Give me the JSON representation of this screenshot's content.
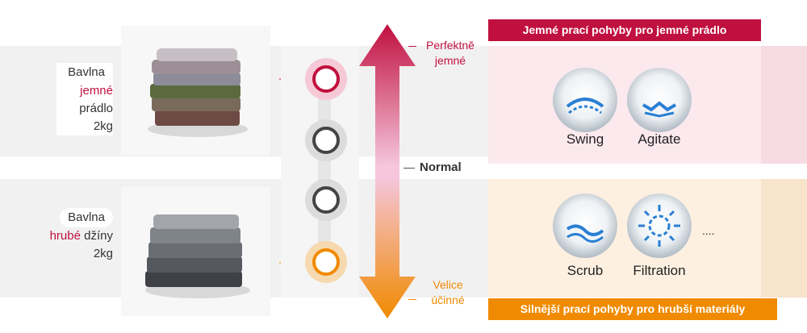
{
  "left_top": {
    "line1": "Bavlna",
    "line2": "jemné",
    "line3": "prádlo",
    "line4": "2kg"
  },
  "left_bottom": {
    "line1": "Bavlna",
    "line2_highlight": "hrubé",
    "line2_rest": " džíny",
    "line3": "2kg"
  },
  "scale": {
    "top_label_line1": "Perfektně",
    "top_label_line2": "jemné",
    "middle_label": "Normal",
    "bottom_label_line1": "Velice",
    "bottom_label_line2": "účinné"
  },
  "right": {
    "top_banner": "Jemné prací pohyby pro jemné prádlo",
    "bottom_banner": "Silnější prací pohyby pro hrubší materiály",
    "top_modes": [
      "Swing",
      "Agitate"
    ],
    "bottom_modes": [
      "Scrub",
      "Filtration"
    ],
    "ellipsis": "...."
  },
  "colors": {
    "crimson": "#c0103f",
    "orange": "#f08a00",
    "gray_ring": "#444444"
  }
}
